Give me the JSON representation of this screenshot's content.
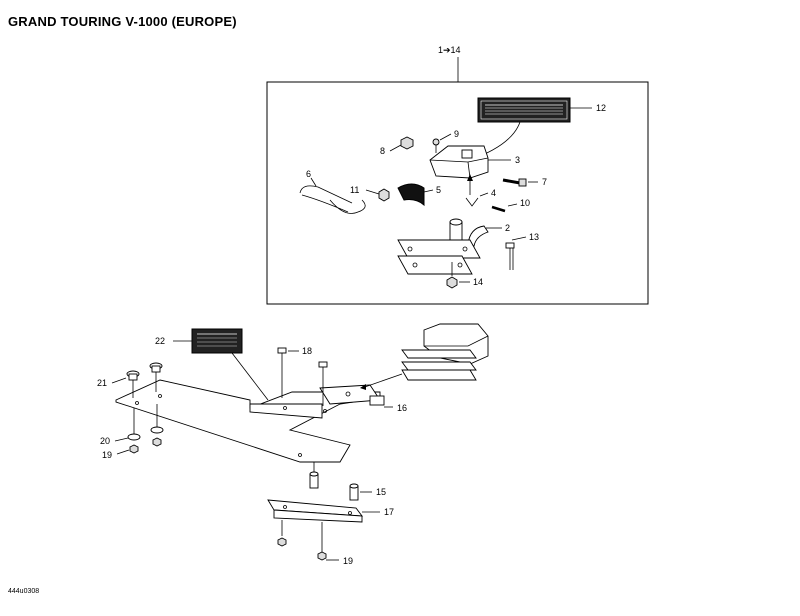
{
  "title": "GRAND TOURING V-1000 (EUROPE)",
  "drawing_code": "444u0308",
  "callouts": {
    "kit": "1➔14",
    "c2": "2",
    "c3": "3",
    "c4": "4",
    "c5": "5",
    "c6": "6",
    "c7": "7",
    "c8": "8",
    "c9": "9",
    "c10": "10",
    "c11": "11",
    "c12": "12",
    "c13": "13",
    "c14": "14",
    "c15": "15",
    "c16": "16",
    "c17": "17",
    "c18": "18",
    "c19a": "19",
    "c19b": "19",
    "c20": "20",
    "c21": "21",
    "c22": "22"
  },
  "colors": {
    "line": "#000000",
    "background": "#ffffff",
    "label_fill": "#111111"
  }
}
